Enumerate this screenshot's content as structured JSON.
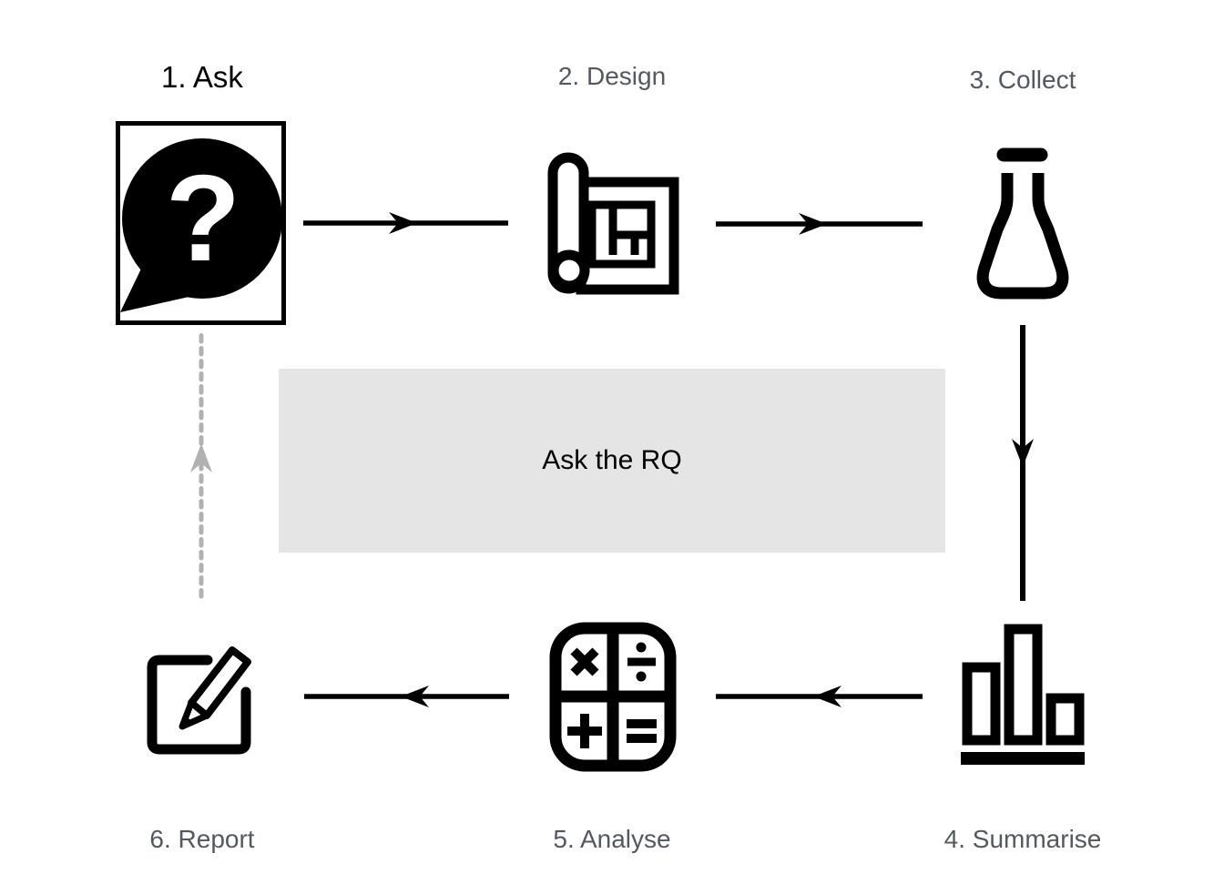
{
  "diagram": {
    "steps": [
      {
        "label": "1. Ask",
        "icon": "speech-bubble-question-icon"
      },
      {
        "label": "2. Design",
        "icon": "blueprint-scroll-icon"
      },
      {
        "label": "3. Collect",
        "icon": "flask-icon"
      },
      {
        "label": "4. Summarise",
        "icon": "bar-chart-icon"
      },
      {
        "label": "5. Analyse",
        "icon": "calculator-icon"
      },
      {
        "label": "6. Report",
        "icon": "edit-pencil-icon"
      }
    ],
    "center_box": {
      "label": "Ask the RQ"
    },
    "icons": {
      "question_glyph": "?"
    },
    "colors": {
      "step1_label": "#000000",
      "label_gray": "#55585f",
      "box_background": "#e5e5e5",
      "arrow_black": "#000000",
      "return_arrow_gray": "#b1b1b1"
    }
  }
}
